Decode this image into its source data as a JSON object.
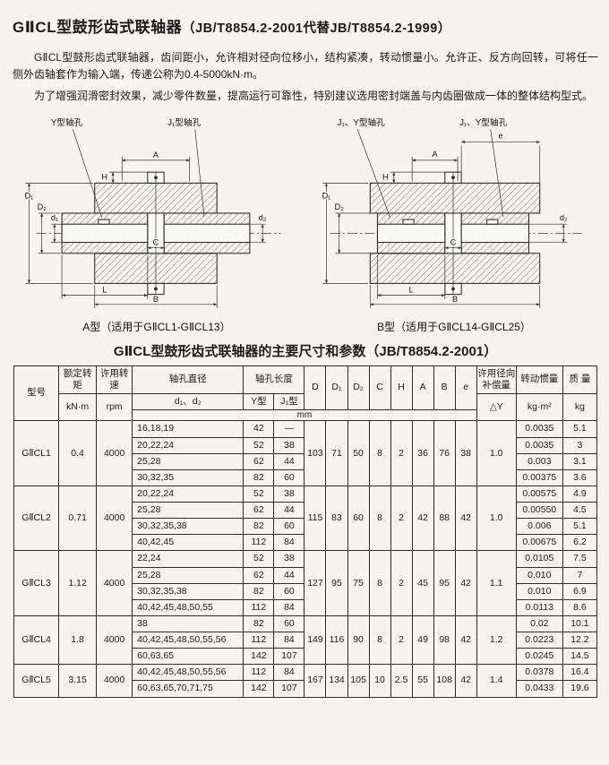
{
  "header": {
    "title_main": "GⅡCL型鼓形齿式联轴器",
    "title_paren": "（JB/T8854.2-2001代替JB/T8854.2-1999）"
  },
  "intro": {
    "para1": "GⅡCL型鼓形齿式联轴器，齿间距小，允许相对径向位移小，结构紧凑，转动惯量小。允许正、反方向回转，可将任一侧外齿轴套作为输入端，传递公称为0.4-5000kN·m。",
    "para2": "为了增强润滑密封效果，减少零件数量，提高运行可靠性，特别建议选用密封端盖与内齿圈做成一体的整体结构型式。"
  },
  "figures": {
    "left": {
      "caption": "A型（适用于GⅡCL1-GⅡCL13）",
      "label_y_bore": "Y型轴孔",
      "label_j1_bore": "J₁型轴孔",
      "dims": {
        "A": "A",
        "H": "H",
        "B": "B",
        "L": "L",
        "C": "C",
        "D1": "D₁",
        "D2": "D₂",
        "d1": "d₁",
        "d2": "d₂"
      }
    },
    "right": {
      "caption": "B型（适用于GⅡCL14-GⅡCL25）",
      "label_left_bore": "J₁、Y型轴孔",
      "label_right_bore": "J₁、Y型轴孔",
      "dims": {
        "A": "A",
        "H": "H",
        "e": "e",
        "B": "B",
        "L": "L",
        "C": "C",
        "D1": "D₁",
        "D2": "D₂",
        "d2": "d₂"
      }
    }
  },
  "table": {
    "title": "GⅡCL型鼓形齿式联轴器的主要尺寸和参数（JB/T8854.2-2001）",
    "headers": {
      "model": "型号",
      "torque": "额定转矩",
      "torque_unit": "kN·m",
      "speed": "许用转速",
      "speed_unit": "rpm",
      "bore_dia": "轴孔直径",
      "bore_dia_sub": "d₁、d₂",
      "bore_len": "轴孔长度",
      "y_type": "Y型",
      "j1_type": "J₁型",
      "unit_mm": "mm",
      "dims": [
        "D",
        "D₁",
        "D₂",
        "C",
        "H",
        "A",
        "B",
        "e"
      ],
      "radial_comp": "许用径向补偿量",
      "delta_y": "△Y",
      "inertia": "转动惯量",
      "inertia_unit": "kg·m²",
      "mass": "质 量",
      "mass_unit": "kg"
    },
    "groups": [
      {
        "model": "GⅡCL1",
        "torque": "0.4",
        "speed": "4000",
        "dims": [
          "103",
          "71",
          "50",
          "8",
          "2",
          "36",
          "76",
          "38"
        ],
        "delta_y": "1.0",
        "rows": [
          {
            "bores": "16,18,19",
            "y": "42",
            "j1": "—",
            "inertia": "0.0035",
            "mass": "5.1"
          },
          {
            "bores": "20,22,24",
            "y": "52",
            "j1": "38",
            "inertia": "0.0035",
            "mass": "3"
          },
          {
            "bores": "25,28",
            "y": "62",
            "j1": "44",
            "inertia": "0.003",
            "mass": "3.1"
          },
          {
            "bores": "30,32,35",
            "y": "82",
            "j1": "60",
            "inertia": "0.00375",
            "mass": "3.6"
          }
        ]
      },
      {
        "model": "GⅡCL2",
        "torque": "0.71",
        "speed": "4000",
        "dims": [
          "115",
          "83",
          "60",
          "8",
          "2",
          "42",
          "88",
          "42"
        ],
        "delta_y": "1.0",
        "rows": [
          {
            "bores": "20,22,24",
            "y": "52",
            "j1": "38",
            "inertia": "0.00575",
            "mass": "4.9"
          },
          {
            "bores": "25,28",
            "y": "62",
            "j1": "44",
            "inertia": "0.00550",
            "mass": "4.5"
          },
          {
            "bores": "30,32,35,38",
            "y": "82",
            "j1": "60",
            "inertia": "0.006",
            "mass": "5.1"
          },
          {
            "bores": "40,42,45",
            "y": "112",
            "j1": "84",
            "inertia": "0.00675",
            "mass": "6.2"
          }
        ]
      },
      {
        "model": "GⅡCL3",
        "torque": "1.12",
        "speed": "4000",
        "dims": [
          "127",
          "95",
          "75",
          "8",
          "2",
          "45",
          "95",
          "42"
        ],
        "delta_y": "1.1",
        "rows": [
          {
            "bores": "22,24",
            "y": "52",
            "j1": "38",
            "inertia": "0.0105",
            "mass": "7.5"
          },
          {
            "bores": "25,28",
            "y": "62",
            "j1": "44",
            "inertia": "0.010",
            "mass": "7"
          },
          {
            "bores": "30,32,35,38",
            "y": "82",
            "j1": "60",
            "inertia": "0.010",
            "mass": "6.9"
          },
          {
            "bores": "40,42,45,48,50,55",
            "y": "112",
            "j1": "84",
            "inertia": "0.0113",
            "mass": "8.6"
          }
        ]
      },
      {
        "model": "GⅡCL4",
        "torque": "1.8",
        "speed": "4000",
        "dims": [
          "149",
          "116",
          "90",
          "8",
          "2",
          "49",
          "98",
          "42"
        ],
        "delta_y": "1.2",
        "rows": [
          {
            "bores": "38",
            "y": "82",
            "j1": "60",
            "inertia": "0.02",
            "mass": "10.1"
          },
          {
            "bores": "40,42,45,48,50,55,56",
            "y": "112",
            "j1": "84",
            "inertia": "0.0223",
            "mass": "12.2"
          },
          {
            "bores": "60,63,65",
            "y": "142",
            "j1": "107",
            "inertia": "0.0245",
            "mass": "14.5"
          }
        ]
      },
      {
        "model": "GⅡCL5",
        "torque": "3.15",
        "speed": "4000",
        "dims": [
          "167",
          "134",
          "105",
          "10",
          "2.5",
          "55",
          "108",
          "42"
        ],
        "delta_y": "1.4",
        "rows": [
          {
            "bores": "40,42,45,48,50,55,56",
            "y": "112",
            "j1": "84",
            "inertia": "0.0378",
            "mass": "16.4"
          },
          {
            "bores": "60,63,65,70,71,75",
            "y": "142",
            "j1": "107",
            "inertia": "0.0433",
            "mass": "19.6"
          }
        ]
      }
    ]
  }
}
